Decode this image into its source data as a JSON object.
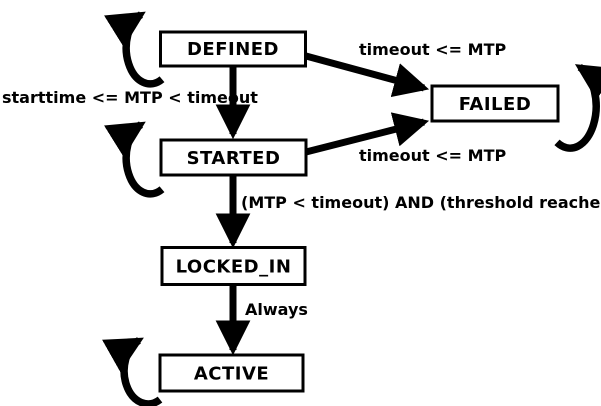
{
  "diagram": {
    "type": "state-machine",
    "colors": {
      "ink": "#000000",
      "paper": "#ffffff"
    },
    "states": {
      "defined": "DEFINED",
      "failed": "FAILED",
      "started": "STARTED",
      "locked_in": "LOCKED_IN",
      "active": "ACTIVE"
    },
    "edges": {
      "defined_to_failed": "timeout <= MTP",
      "defined_to_started": "starttime <= MTP < timeout",
      "started_to_failed": "timeout <= MTP",
      "started_to_locked_in": "(MTP < timeout) AND (threshold reached)",
      "locked_in_to_active": "Always"
    },
    "self_loop_states": [
      "DEFINED",
      "STARTED",
      "FAILED",
      "ACTIVE"
    ]
  }
}
